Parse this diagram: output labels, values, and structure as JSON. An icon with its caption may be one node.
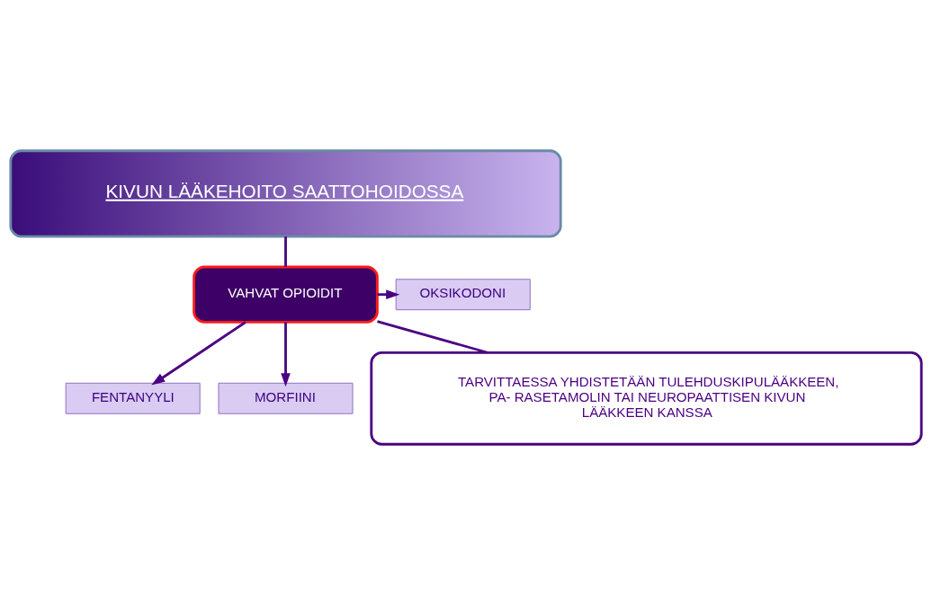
{
  "diagram": {
    "nodes": [
      {
        "text": [
          "KIVUN LÄÄKEHOITO SAATTOHOIDOSSA"
        ]
      },
      {
        "text": [
          "VAHVAT OPIOIDIT"
        ]
      },
      {
        "text": [
          "FENTANYYLI"
        ]
      },
      {
        "text": [
          "OKSIKODONI"
        ]
      },
      {
        "text": [
          "MORFIINI"
        ]
      },
      {
        "text": [
          "TARVITTAESSA YHDISTETÄÄN TULEHDUSKIPULÄÄKKEEN, PA- RASETAMOLIN TAI NEUROPAATTISEN KIVUN LÄÄKKEEN KANSSA"
        ]
      }
    ],
    "edges": [
      {
        "from": 0,
        "to": 1,
        "arrow": "none"
      },
      {
        "from": 1,
        "to": 2,
        "arrow": "to"
      },
      {
        "from": 1,
        "to": 3,
        "arrow": "to"
      },
      {
        "from": 1,
        "to": 4,
        "arrow": "to"
      },
      {
        "from": 1,
        "to": 5,
        "arrow": "none"
      }
    ]
  }
}
